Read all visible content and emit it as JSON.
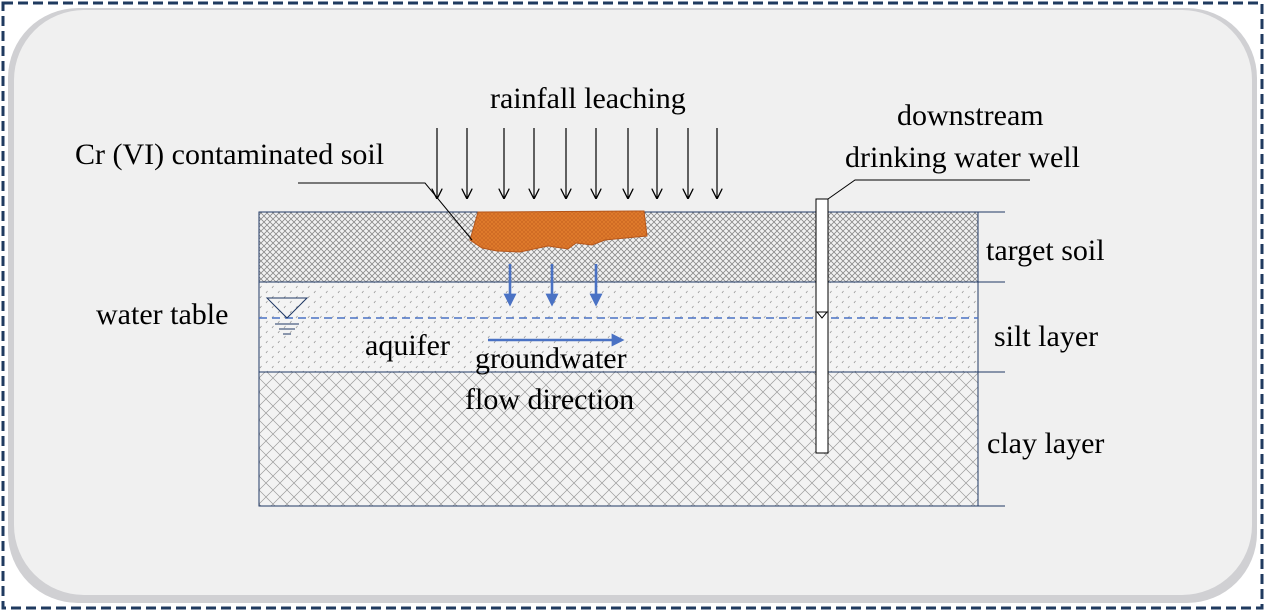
{
  "labels": {
    "rainfall": "rainfall leaching",
    "contaminated_soil": "Cr (VI) contaminated soil",
    "well_line1": "downstream",
    "well_line2": "drinking water well",
    "target_soil": "target soil",
    "water_table": "water table",
    "silt_layer": "silt layer",
    "aquifer": "aquifer",
    "flow_line1": "groundwater",
    "flow_line2": "flow direction",
    "clay_layer": "clay layer"
  },
  "colors": {
    "frame_border": "#1f3a5f",
    "panel_fill": "#f0f0f0",
    "panel_shade": "#d0d0d3",
    "soil_hatch": "#8a8a8a",
    "silt_hatch": "#9a9a9a",
    "clay_hatch": "#9a9a9a",
    "contamination": "#e07b2c",
    "contamination_edge": "#b5561a",
    "flow_arrow": "#4a72c4",
    "water_table_line": "#4a72c4",
    "outline": "#1f3864"
  },
  "icons": {
    "water_table_marker": "inverted-triangle-water-level-icon",
    "well_level_marker": "inverted-triangle-icon"
  }
}
